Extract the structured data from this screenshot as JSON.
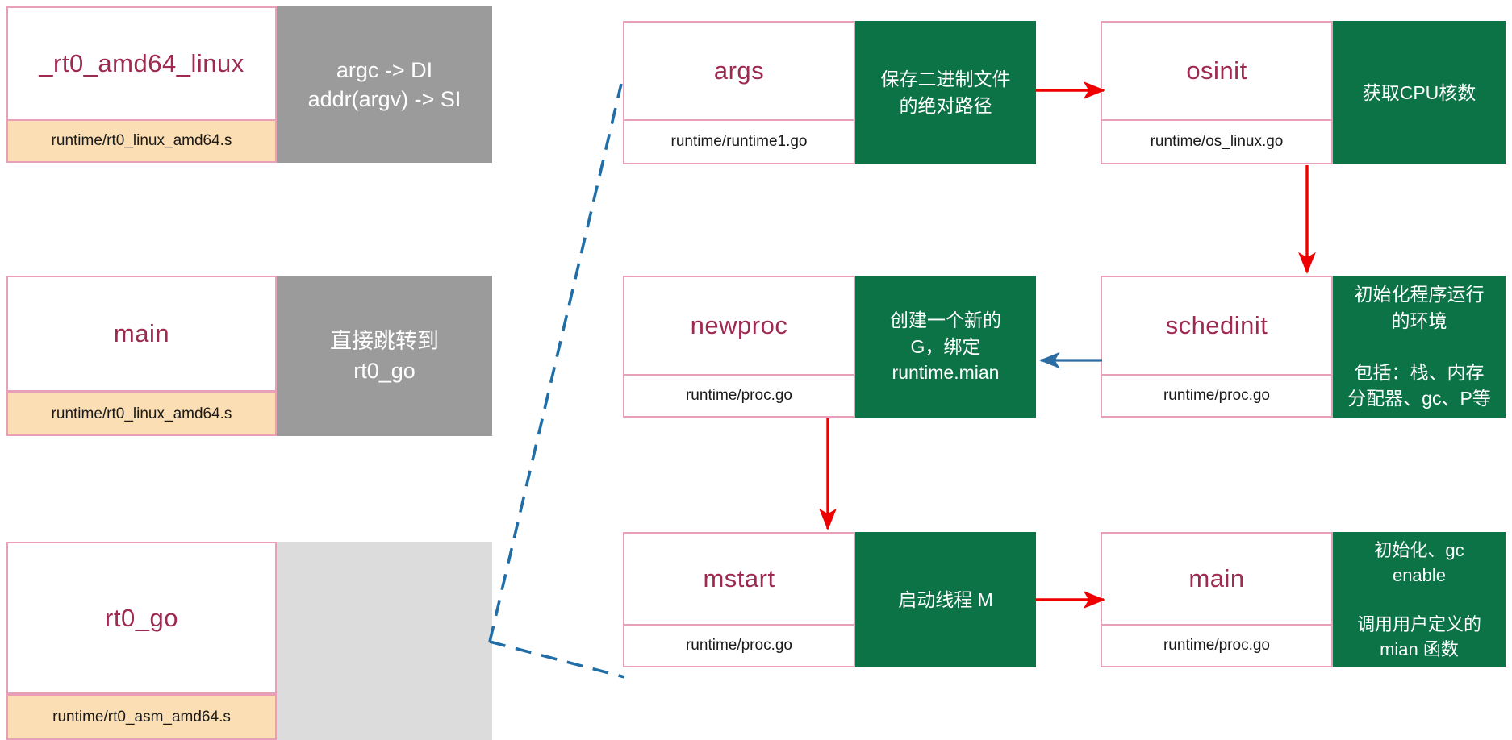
{
  "diagram": {
    "title": "Go runtime bootstrap call flow",
    "colors": {
      "node_border": "#e8a0b8",
      "node_title_text": "#9e2a4f",
      "note_green": "#0c7346",
      "note_gray": "#9b9b9b",
      "note_silver": "#dcdcdc",
      "file_amber": "#fbdeb3",
      "arrow_red": "#ee0000",
      "arrow_blue": "#2b6ca3",
      "dashed_blue": "#1f6ea8"
    }
  },
  "left_column": [
    {
      "name": "_rt0_amd64_linux",
      "file": "runtime/rt0_linux_amd64.s",
      "note_lines": [
        "argc -> DI",
        "addr(argv) -> SI"
      ],
      "note_style": "gray"
    },
    {
      "name": "main",
      "file": "runtime/rt0_linux_amd64.s",
      "note_lines": [
        "直接跳转到",
        "rt0_go"
      ],
      "note_style": "gray"
    },
    {
      "name": "rt0_go",
      "file": "runtime/rt0_asm_amd64.s",
      "note_lines": [],
      "note_style": "silver"
    }
  ],
  "flow_nodes": [
    {
      "id": "args",
      "name": "args",
      "file": "runtime/runtime1.go",
      "note_paragraphs": [
        "保存二进制文件\n的绝对路径"
      ],
      "note_style": "green"
    },
    {
      "id": "osinit",
      "name": "osinit",
      "file": "runtime/os_linux.go",
      "note_paragraphs": [
        "获取CPU核数"
      ],
      "note_style": "green"
    },
    {
      "id": "newproc",
      "name": "newproc",
      "file": "runtime/proc.go",
      "note_paragraphs": [
        "创建一个新的\nG，绑定\nruntime.mian"
      ],
      "note_style": "green"
    },
    {
      "id": "schedinit",
      "name": "schedinit",
      "file": "runtime/proc.go",
      "note_paragraphs": [
        "初始化程序运行\n的环境",
        "包括：栈、内存\n分配器、gc、P等"
      ],
      "note_style": "green"
    },
    {
      "id": "mstart",
      "name": "mstart",
      "file": "runtime/proc.go",
      "note_paragraphs": [
        "启动线程 M"
      ],
      "note_style": "green"
    },
    {
      "id": "main",
      "name": "main",
      "file": "runtime/proc.go",
      "note_paragraphs": [
        "初始化、gc\nenable",
        "调用用户定义的\nmian 函数"
      ],
      "note_style": "green"
    }
  ],
  "connectors": [
    {
      "id": "args-to-osinit",
      "from": "args",
      "to": "osinit",
      "style": "solid-red",
      "direction": "right"
    },
    {
      "id": "osinit-to-schedinit",
      "from": "osinit",
      "to": "schedinit",
      "style": "solid-red",
      "direction": "down"
    },
    {
      "id": "schedinit-to-newproc",
      "from": "schedinit",
      "to": "newproc",
      "style": "solid-blue",
      "direction": "left"
    },
    {
      "id": "newproc-to-mstart",
      "from": "newproc",
      "to": "mstart",
      "style": "solid-red",
      "direction": "down"
    },
    {
      "id": "mstart-to-main",
      "from": "mstart",
      "to": "main",
      "style": "solid-red",
      "direction": "right"
    },
    {
      "id": "rt0go-to-args",
      "from": "rt0_go",
      "to": "args",
      "style": "dashed-blue",
      "direction": "up-right"
    },
    {
      "id": "rt0go-to-mstart",
      "from": "rt0_go",
      "to": "mstart",
      "style": "dashed-blue",
      "direction": "down-right"
    }
  ]
}
